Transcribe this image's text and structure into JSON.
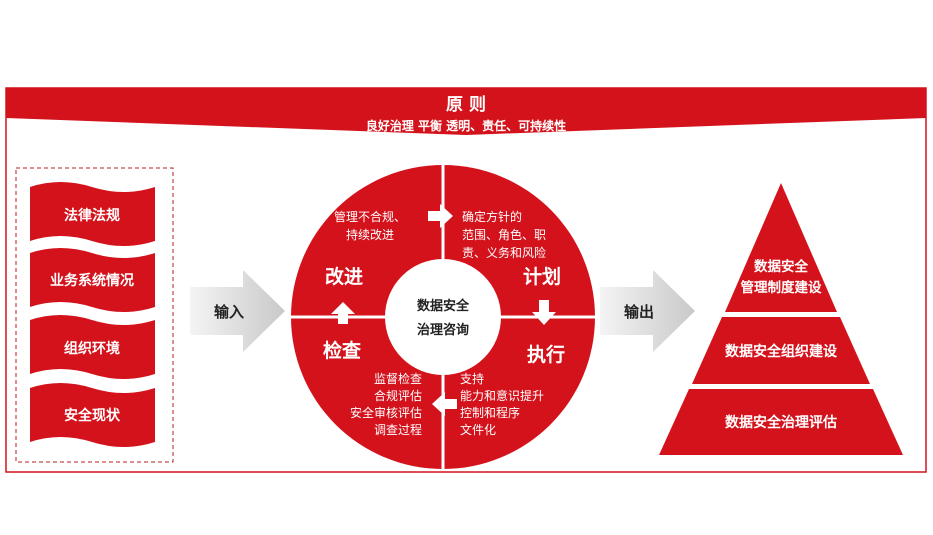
{
  "principle": {
    "title": "原 则",
    "subtitle": "良好治理  平衡  透明、责任、可持续性"
  },
  "inputs": [
    "法律法规",
    "业务系统情况",
    "组织环境",
    "安全现状"
  ],
  "arrows": {
    "input_label": "输入",
    "output_label": "输出"
  },
  "cycle": {
    "center_line1": "数据安全",
    "center_line2": "治理咨询",
    "quadrants": {
      "plan": {
        "label": "计划",
        "lines": [
          "确定方针的",
          "范围、角色、职",
          "责、义务和风险"
        ]
      },
      "do": {
        "label": "执行",
        "lines": [
          "支持",
          "能力和意识提升",
          "控制和程序",
          "文件化"
        ]
      },
      "check": {
        "label": "检查",
        "lines": [
          "监督检查",
          "合规评估",
          "安全审核评估",
          "调查过程"
        ]
      },
      "act": {
        "label": "改进",
        "lines": [
          "管理不合规、",
          "持续改进"
        ]
      }
    }
  },
  "pyramid": {
    "levels": [
      {
        "lines": [
          "数据安全",
          "管理制度建设"
        ]
      },
      {
        "lines": [
          "数据安全组织建设"
        ]
      },
      {
        "lines": [
          "数据安全治理评估"
        ]
      }
    ]
  },
  "colors": {
    "brand_red": "#d4121c",
    "arrow_gray": "#d9d9d9"
  }
}
